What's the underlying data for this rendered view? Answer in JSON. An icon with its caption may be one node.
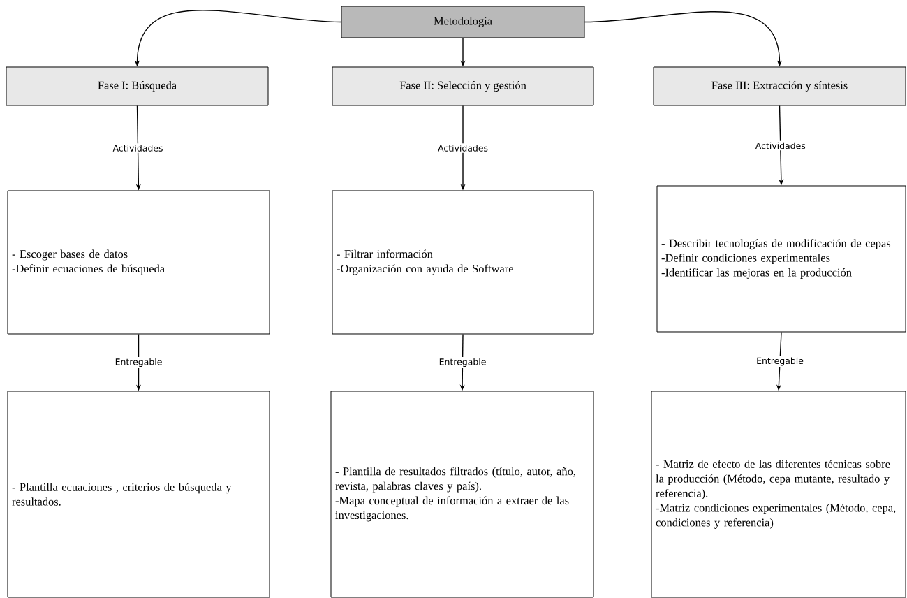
{
  "diagram": {
    "nodes": [
      {
        "text": [
          "Metodología"
        ]
      },
      {
        "text": [
          "Fase I: Búsqueda"
        ]
      },
      {
        "text": [
          "Fase II: Selección y gestión"
        ]
      },
      {
        "text": [
          "Fase III: Extracción y síntesis"
        ]
      },
      {
        "text": [
          "- Escoger bases de datos",
          "-Definir ecuaciones de búsqueda"
        ]
      },
      {
        "text": [
          "- Filtrar información",
          "-Organización con ayuda de Software"
        ]
      },
      {
        "text": [
          "- Describir tecnologías de modificación de cepas",
          "-Definir condiciones experimentales",
          "-Identificar las mejoras en la producción"
        ]
      },
      {
        "text": [
          "- Plantilla ecuaciones , criterios de búsqueda y resultados."
        ]
      },
      {
        "text": [
          "- Plantilla de resultados filtrados (título, autor, año, revista, palabras claves y país).",
          "-Mapa conceptual de información a extraer de las investigaciones."
        ]
      },
      {
        "text": [
          "- Matriz de efecto de las diferentes técnicas sobre la producción (Método, cepa mutante, resultado y referencia).",
          "-Matriz condiciones experimentales (Método, cepa, condiciones y referencia)"
        ]
      }
    ],
    "edges": [
      {
        "from": 0,
        "to": 1,
        "arrow": "to"
      },
      {
        "from": 0,
        "to": 2,
        "arrow": "to"
      },
      {
        "from": 0,
        "to": 3,
        "arrow": "to"
      },
      {
        "from": 1,
        "to": 4,
        "arrow": "to",
        "label": "Actividades"
      },
      {
        "from": 2,
        "to": 5,
        "arrow": "to",
        "label": "Actividades"
      },
      {
        "from": 3,
        "to": 6,
        "arrow": "to",
        "label": "Actividades"
      },
      {
        "from": 4,
        "to": 7,
        "arrow": "to",
        "label": "Entregable"
      },
      {
        "from": 5,
        "to": 8,
        "arrow": "to",
        "label": "Entregable"
      },
      {
        "from": 6,
        "to": 9,
        "arrow": "to",
        "label": "Entregable"
      }
    ]
  }
}
